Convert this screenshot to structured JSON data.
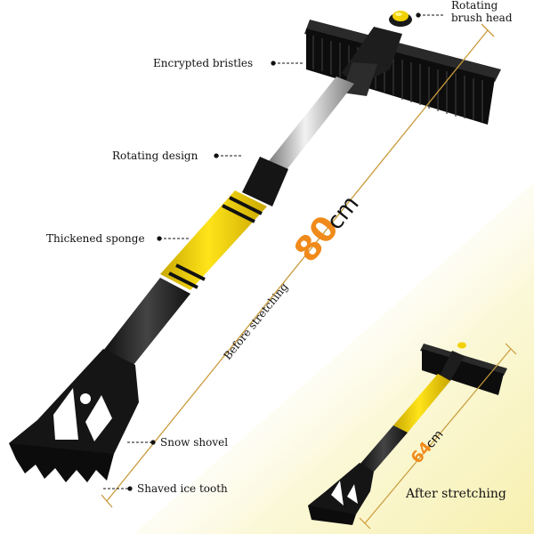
{
  "labels": {
    "brush_head_line1": "Rotating",
    "brush_head_line2": "brush head",
    "bristles": "Encrypted bristles",
    "rotating_design": "Rotating design",
    "sponge": "Thickened sponge",
    "shovel": "Snow shovel",
    "ice_tooth": "Shaved ice tooth"
  },
  "measurements": {
    "before_text": "Before stretching",
    "before_value": "80",
    "before_unit": "cm",
    "after_value": "64",
    "after_unit": "cm",
    "after_text": "After stretching"
  },
  "colors": {
    "accent_yellow": "#f2d100",
    "number_orange": "#f08a1a",
    "measure_line": "#c99a3a",
    "tool_black": "#1c1c1c",
    "highlight_bg": "#fbf7cc"
  }
}
